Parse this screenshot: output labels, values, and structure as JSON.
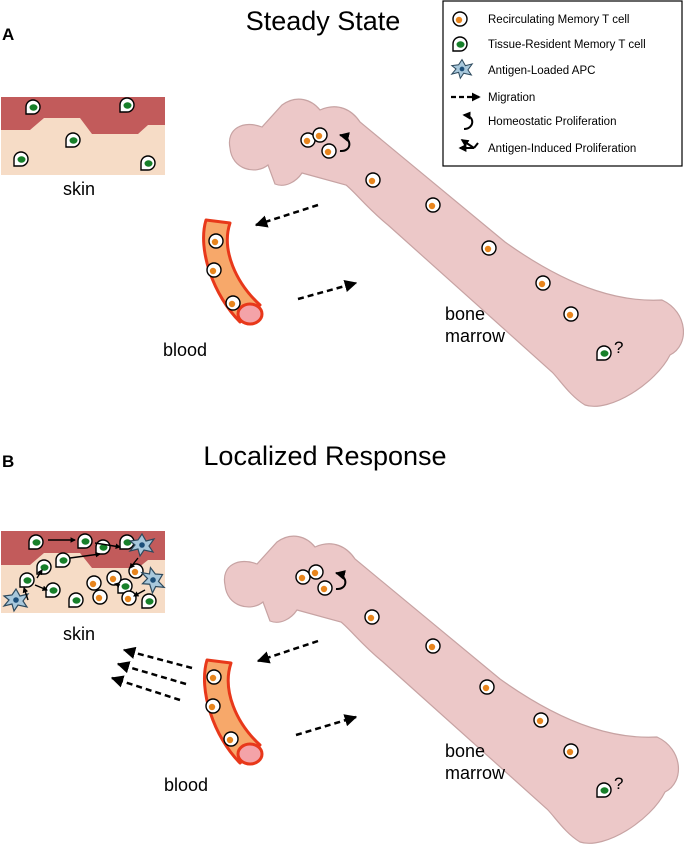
{
  "panel_a": {
    "letter": "A",
    "title": "Steady State",
    "skin_label": "skin",
    "blood_label": "blood",
    "bone_label_line1": "bone",
    "bone_label_line2": "marrow",
    "question": "?"
  },
  "panel_b": {
    "letter": "B",
    "title": "Localized Response",
    "skin_label": "skin",
    "blood_label": "blood",
    "bone_label_line1": "bone",
    "bone_label_line2": "marrow",
    "question": "?"
  },
  "legend": {
    "items": [
      {
        "icon": "recirculating-memory-t-cell-icon",
        "label": "Recirculating Memory T cell"
      },
      {
        "icon": "tissue-resident-memory-t-cell-icon",
        "label": "Tissue-Resident Memory T cell"
      },
      {
        "icon": "antigen-loaded-apc-icon",
        "label": "Antigen-Loaded APC"
      },
      {
        "icon": "migration-arrow-icon",
        "label": "Migration"
      },
      {
        "icon": "homeostatic-proliferation-icon",
        "label": "Homeostatic Proliferation"
      },
      {
        "icon": "antigen-induced-proliferation-icon",
        "label": "Antigen-Induced Proliferation"
      }
    ]
  },
  "colors": {
    "skin_dermis": "#f6dcc6",
    "skin_epidermis": "#c25b5b",
    "bone": "#ecc8c8",
    "bone_outline": "#c7a3a3",
    "vessel_fill": "#f7a86a",
    "vessel_outline": "#e8381a",
    "lumen": "#f4a3a8",
    "recirc_nucleus": "#e8851d",
    "resident_nucleus": "#17802a",
    "apc": "#a8c8dc"
  }
}
